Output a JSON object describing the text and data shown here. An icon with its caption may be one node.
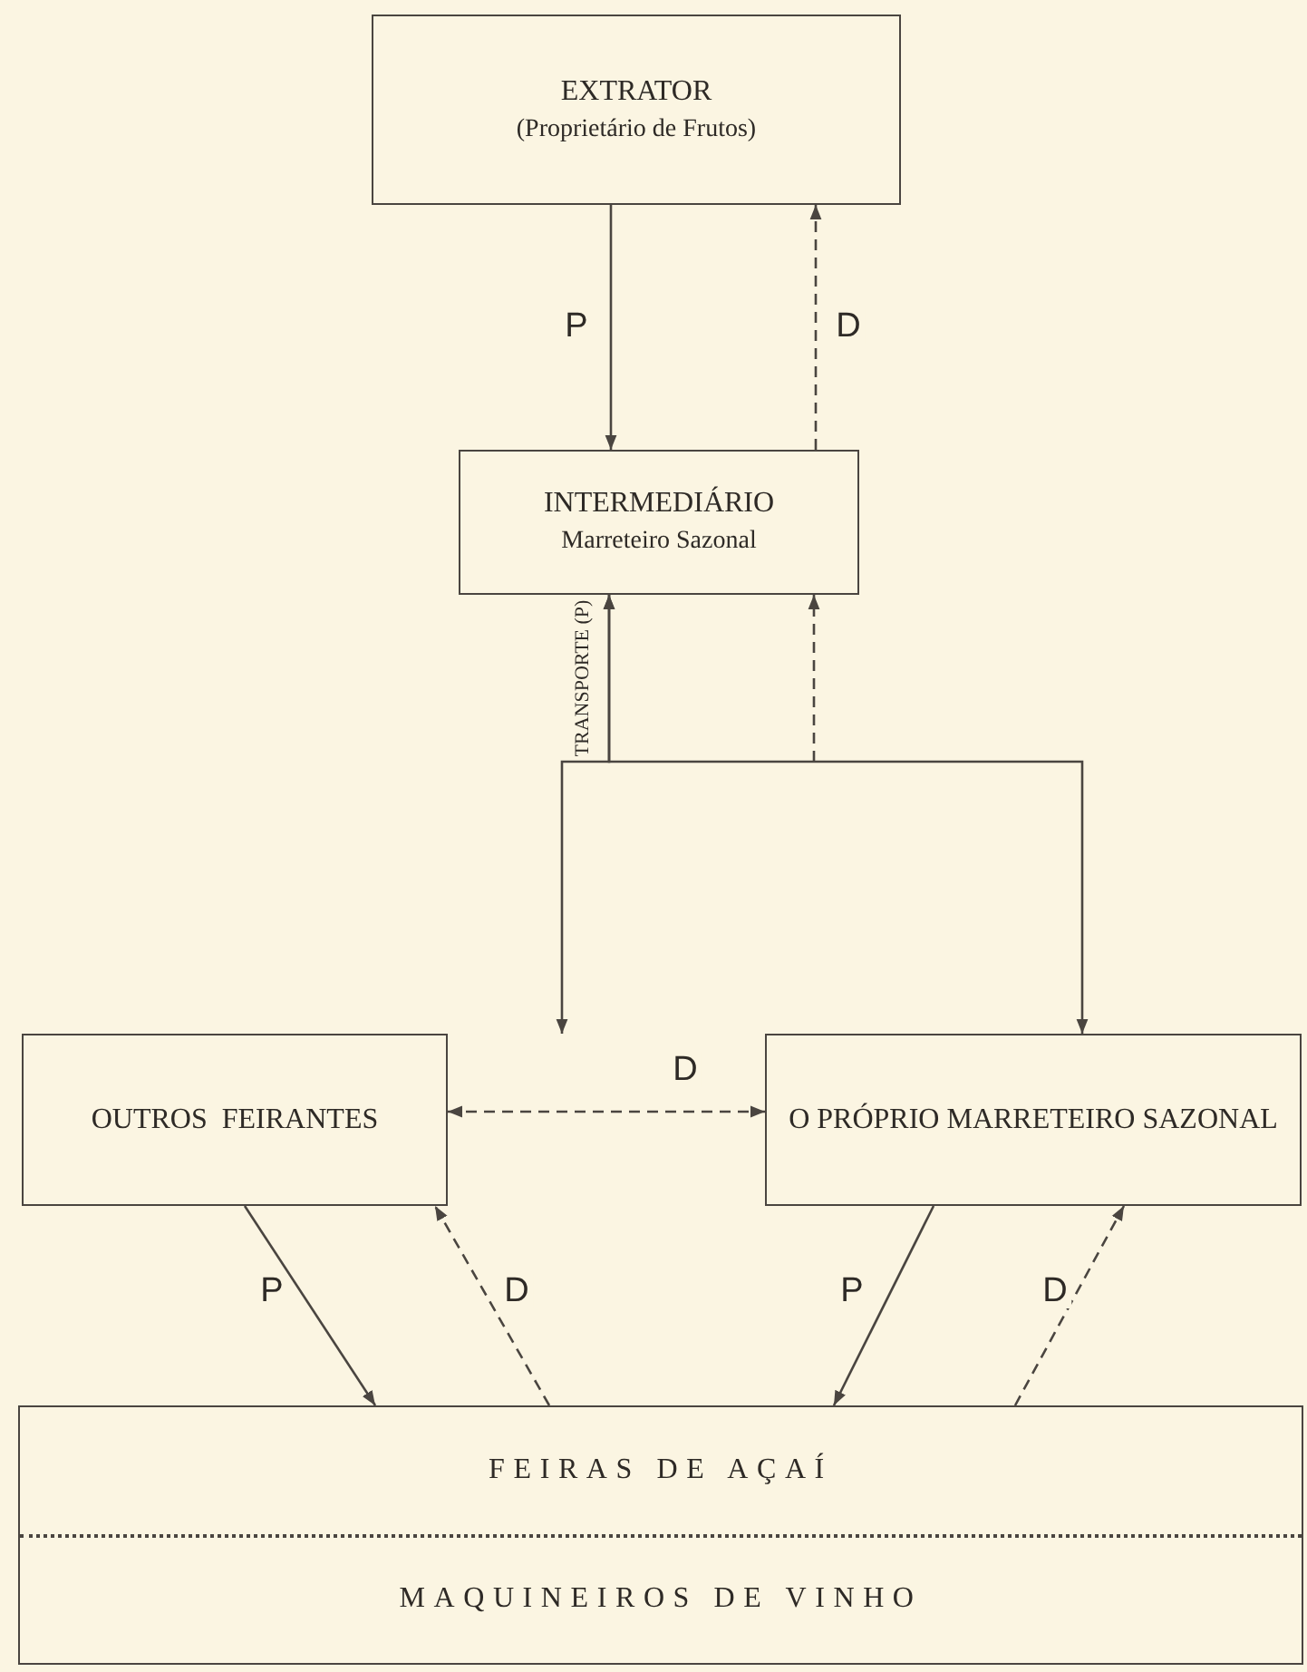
{
  "diagram": {
    "nodes": [
      {
        "text": [
          "EXTRATOR",
          "(Proprietário de Frutos)"
        ]
      },
      {
        "text": [
          "INTERMEDIÁRIO",
          "Marreteiro Sazonal"
        ]
      },
      {
        "text": [
          "OUTROS  FEIRANTES"
        ]
      },
      {
        "text": [
          "O PRÓPRIO MARRETEIRO SAZONAL"
        ]
      },
      {
        "text": [
          "FEIRAS DE AÇAÍ",
          "MAQUINEIROS DE VINHO"
        ]
      }
    ],
    "edges": [
      {
        "from": 0,
        "to": 1,
        "arrow": "to",
        "label": "P"
      },
      {
        "from": 1,
        "to": 0,
        "arrow": "to",
        "label": "D",
        "style": "dashed"
      },
      {
        "from": 1,
        "to": 2,
        "arrow": "both",
        "label": "TRANSPORTE (P)"
      },
      {
        "from": 1,
        "to": 3,
        "arrow": "both"
      },
      {
        "from": null,
        "to": 1,
        "arrow": "to",
        "style": "dashed"
      },
      {
        "from": 2,
        "to": 3,
        "arrow": "both",
        "label": "D",
        "style": "dashed"
      },
      {
        "from": 2,
        "to": 4,
        "arrow": "to",
        "label": "P"
      },
      {
        "from": 4,
        "to": 2,
        "arrow": "to",
        "label": "D",
        "style": "dashed"
      },
      {
        "from": 3,
        "to": 4,
        "arrow": "to",
        "label": "P"
      },
      {
        "from": 4,
        "to": 3,
        "arrow": "to",
        "label": "D",
        "style": "dashed"
      }
    ]
  }
}
